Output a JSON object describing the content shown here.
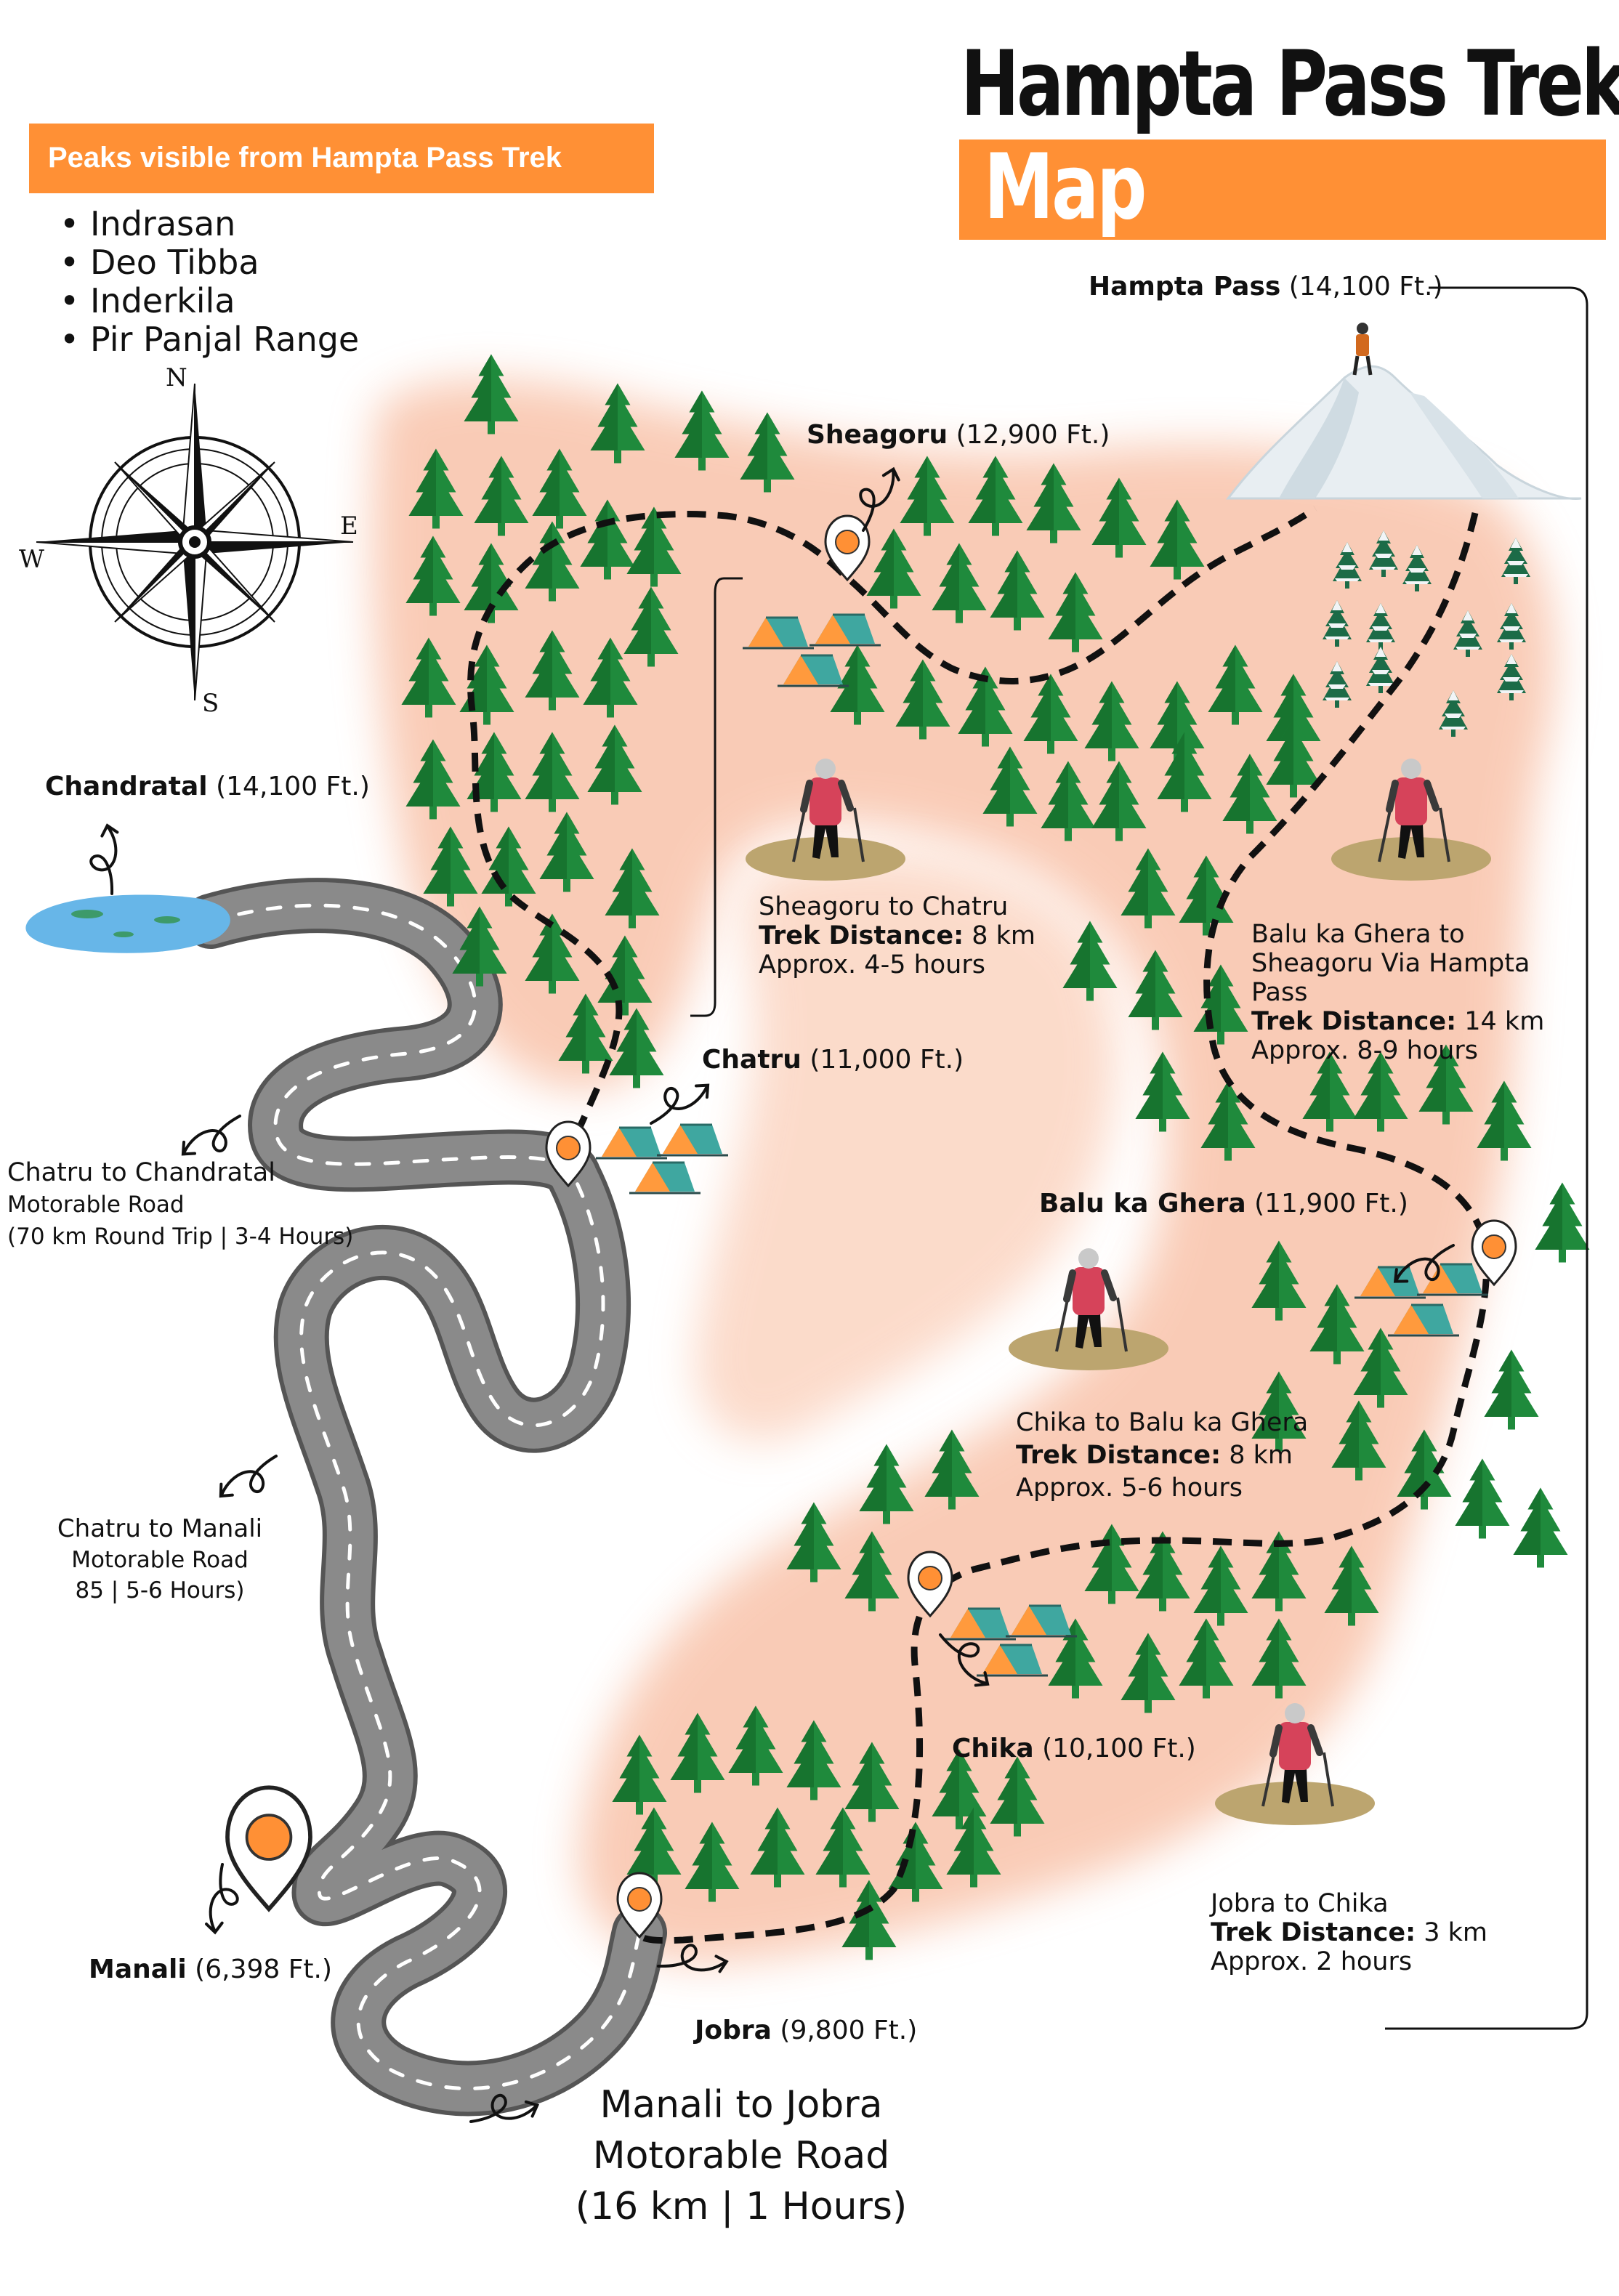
{
  "title": {
    "line1": "Hampta Pass Trek",
    "line2": "Map"
  },
  "peaks": {
    "heading": "Peaks visible from Hampta Pass Trek",
    "items": [
      "Indrasan",
      "Deo Tibba",
      "Inderkila",
      "Pir Panjal Range"
    ]
  },
  "compass": {
    "n": "N",
    "s": "S",
    "e": "E",
    "w": "W"
  },
  "places": {
    "hampta_pass": {
      "name": "Hampta Pass",
      "alt": "(14,100 Ft.)"
    },
    "sheagoru": {
      "name": "Sheagoru",
      "alt": "(12,900 Ft.)"
    },
    "chandratal": {
      "name": "Chandratal",
      "alt": "(14,100 Ft.)"
    },
    "chatru": {
      "name": "Chatru",
      "alt": "(11,000 Ft.)"
    },
    "balu_ka_ghera": {
      "name": "Balu ka Ghera",
      "alt": "(11,900 Ft.)"
    },
    "chika": {
      "name": "Chika",
      "alt": "(10,100 Ft.)"
    },
    "manali": {
      "name": "Manali",
      "alt": "(6,398 Ft.)"
    },
    "jobra": {
      "name": "Jobra",
      "alt": "(9,800 Ft.)"
    }
  },
  "segments": {
    "sheagoru_chatru": {
      "title": "Sheagoru to Chatru",
      "distance_label": "Trek Distance:",
      "distance": "8 km",
      "time": "Approx. 4-5 hours"
    },
    "balu_sheagoru": {
      "title_line1": "Balu ka Ghera to",
      "title_line2": "Sheagoru Via Hampta",
      "title_line3": "Pass",
      "distance_label": "Trek Distance:",
      "distance": "14 km",
      "time": "Approx. 8-9 hours"
    },
    "chika_balu": {
      "title": "Chika to Balu ka Ghera",
      "distance_label": "Trek Distance:",
      "distance": "8 km",
      "time": "Approx. 5-6 hours"
    },
    "jobra_chika": {
      "title": "Jobra to Chika",
      "distance_label": "Trek Distance:",
      "distance": "3 km",
      "time": "Approx. 2 hours"
    }
  },
  "roads": {
    "chatru_chandratal": {
      "line1": "Chatru to Chandratal",
      "line2": "Motorable Road",
      "line3": "(70 km Round Trip | 3-4 Hours)"
    },
    "chatru_manali": {
      "line1": "Chatru to Manali",
      "line2": "Motorable Road",
      "line3": "85 | 5-6 Hours)"
    },
    "manali_jobra": {
      "line1": "Manali to Jobra",
      "line2": "Motorable Road",
      "line3": "(16 km | 1 Hours)"
    }
  },
  "colors": {
    "accent_orange": "#ff9035",
    "terrain_wash": "#f5a27c",
    "tree_green": "#1f8a3c",
    "road_gray": "#8a8a8a",
    "tent_teal": "#3fa7a0",
    "trail_black": "#111111"
  },
  "icons": [
    "compass-icon",
    "tree-icon",
    "tent-icon",
    "hiker-icon",
    "map-pin-icon",
    "lake-icon",
    "mountain-peak-icon",
    "curly-arrow-icon"
  ]
}
